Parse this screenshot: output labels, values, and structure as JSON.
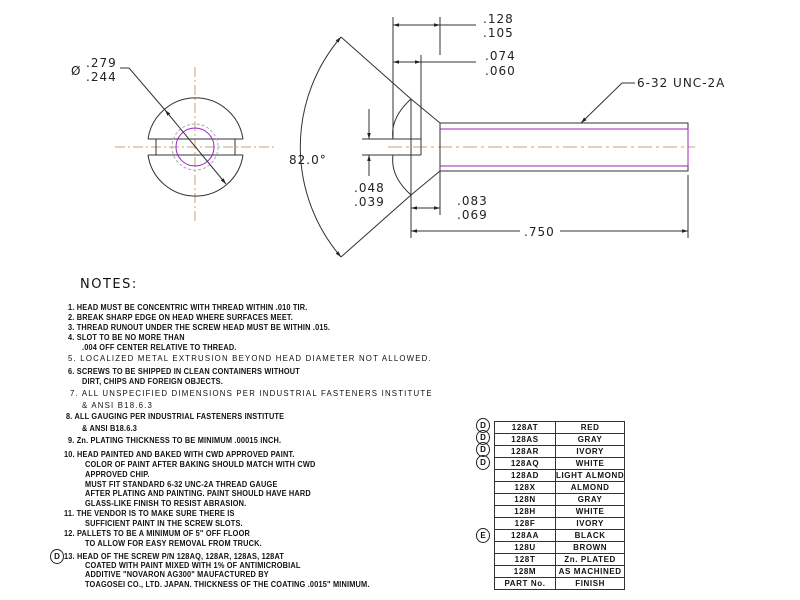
{
  "drawing": {
    "head_diameter": {
      "symbol": "Ø",
      "max": ".279",
      "min": ".244"
    },
    "head_height": {
      "max": ".128",
      "min": ".105"
    },
    "slot_depth": {
      "max": ".074",
      "min": ".060"
    },
    "slot_width": {
      "max": ".048",
      "min": ".039"
    },
    "head_edge": {
      "max": ".083",
      "min": ".069"
    },
    "length": ".750",
    "head_angle": "82.0°",
    "thread_callout": "6-32 UNC-2A",
    "colors": {
      "line": "#333333",
      "centerline": "#c8a27a",
      "thread": "#a020c0"
    }
  },
  "notes": {
    "title": "NOTES:",
    "items": [
      {
        "lines": [
          "1. HEAD MUST BE CONCENTRIC WITH THREAD WITHIN .010 TIR."
        ]
      },
      {
        "lines": [
          "2. BREAK SHARP EDGE ON HEAD WHERE SURFACES MEET."
        ]
      },
      {
        "lines": [
          "3. THREAD RUNOUT UNDER THE SCREW HEAD MUST BE WITHIN .015."
        ]
      },
      {
        "lines": [
          "4. SLOT TO BE NO MORE THAN",
          ".004 OFF CENTER RELATIVE TO THREAD."
        ]
      },
      {
        "lines": [
          "5. LOCALIZED METAL EXTRUSION BEYOND HEAD DIAMETER NOT ALLOWED."
        ],
        "wide": true
      },
      {
        "lines": [
          "6. SCREWS TO BE SHIPPED IN CLEAN CONTAINERS WITHOUT",
          "DIRT, CHIPS AND FOREIGN OBJECTS."
        ]
      },
      {
        "lines": [
          "7. ALL UNSPECIFIED DIMENSIONS PER INDUSTRIAL FASTENERS INSTITUTE",
          "& ANSI B18.6.3"
        ],
        "wide": true
      },
      {
        "lines": [
          "8. ALL GAUGING PER INDUSTRIAL  FASTENERS INSTITUTE",
          "& ANSI B18.6.3"
        ]
      },
      {
        "lines": [
          "9. Zn. PLATING THICKNESS TO BE MINIMUM .00015 INCH."
        ]
      },
      {
        "lines": [
          "10. HEAD PAINTED AND BAKED WITH CWD APPROVED PAINT.",
          "COLOR OF PAINT AFTER BAKING SHOULD MATCH WITH CWD",
          "APPROVED CHIP.",
          "MUST FIT STANDARD 6-32 UNC-2A THREAD GAUGE",
          "AFTER PLATING AND PAINTING. PAINT SHOULD HAVE HARD",
          "GLASS-LIKE FINISH TO RESIST ABRASION."
        ]
      },
      {
        "lines": [
          "11. THE VENDOR IS TO MAKE SURE THERE IS",
          "SUFFICIENT PAINT IN THE SCREW SLOTS."
        ]
      },
      {
        "lines": [
          "12. PALLETS TO BE A MINIMUM OF 5\" OFF FLOOR",
          "TO ALLOW FOR EASY REMOVAL FROM TRUCK."
        ]
      },
      {
        "lines": [
          "13. HEAD OF THE SCREW P/N 128AQ, 128AR, 128AS, 128AT",
          "COATED WITH PAINT MIXED WITH 1% OF ANTIMICROBIAL",
          "ADDITIVE \"NOVARON AG300\" MAUFACTURED BY",
          "TOAGOSEI CO., LTD. JAPAN. THICKNESS OF THE COATING .0015\" MINIMUM."
        ],
        "marker": "D"
      }
    ]
  },
  "part_table": {
    "header": {
      "part": "PART No.",
      "finish": "FINISH"
    },
    "rows": [
      {
        "part": "128AT",
        "finish": "RED",
        "rev": "D"
      },
      {
        "part": "128AS",
        "finish": "GRAY",
        "rev": "D"
      },
      {
        "part": "128AR",
        "finish": "IVORY",
        "rev": "D"
      },
      {
        "part": "128AQ",
        "finish": "WHITE",
        "rev": "D"
      },
      {
        "part": "128AD",
        "finish": "LIGHT ALMOND"
      },
      {
        "part": "128X",
        "finish": "ALMOND"
      },
      {
        "part": "128N",
        "finish": "GRAY"
      },
      {
        "part": "128H",
        "finish": "WHITE"
      },
      {
        "part": "128F",
        "finish": "IVORY"
      },
      {
        "part": "128AA",
        "finish": "BLACK",
        "rev": "E"
      },
      {
        "part": "128U",
        "finish": "BROWN"
      },
      {
        "part": "128T",
        "finish": "Zn. PLATED"
      },
      {
        "part": "128M",
        "finish": "AS MACHINED"
      }
    ]
  }
}
